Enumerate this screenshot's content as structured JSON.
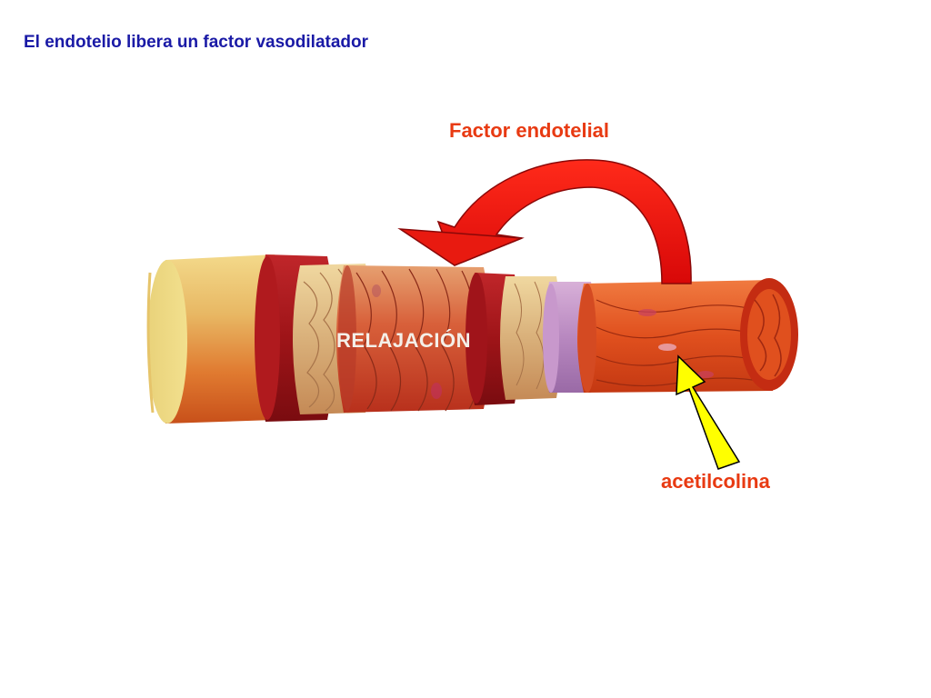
{
  "title": "El endotelio libera un factor vasodilatador",
  "labels": {
    "factor": "Factor endotelial",
    "relaxation": "RELAJACIÓN",
    "acetylcholine": "acetilcolina"
  },
  "colors": {
    "title": "#1a1aa6",
    "label_red": "#e83a12",
    "relax_text": "#f4efe8",
    "curved_arrow": "#e01010",
    "yellow_arrow": "#ffff00"
  },
  "icons": {
    "curved_arrow": "curved-arrow-icon",
    "yellow_arrow": "arrow-icon"
  }
}
